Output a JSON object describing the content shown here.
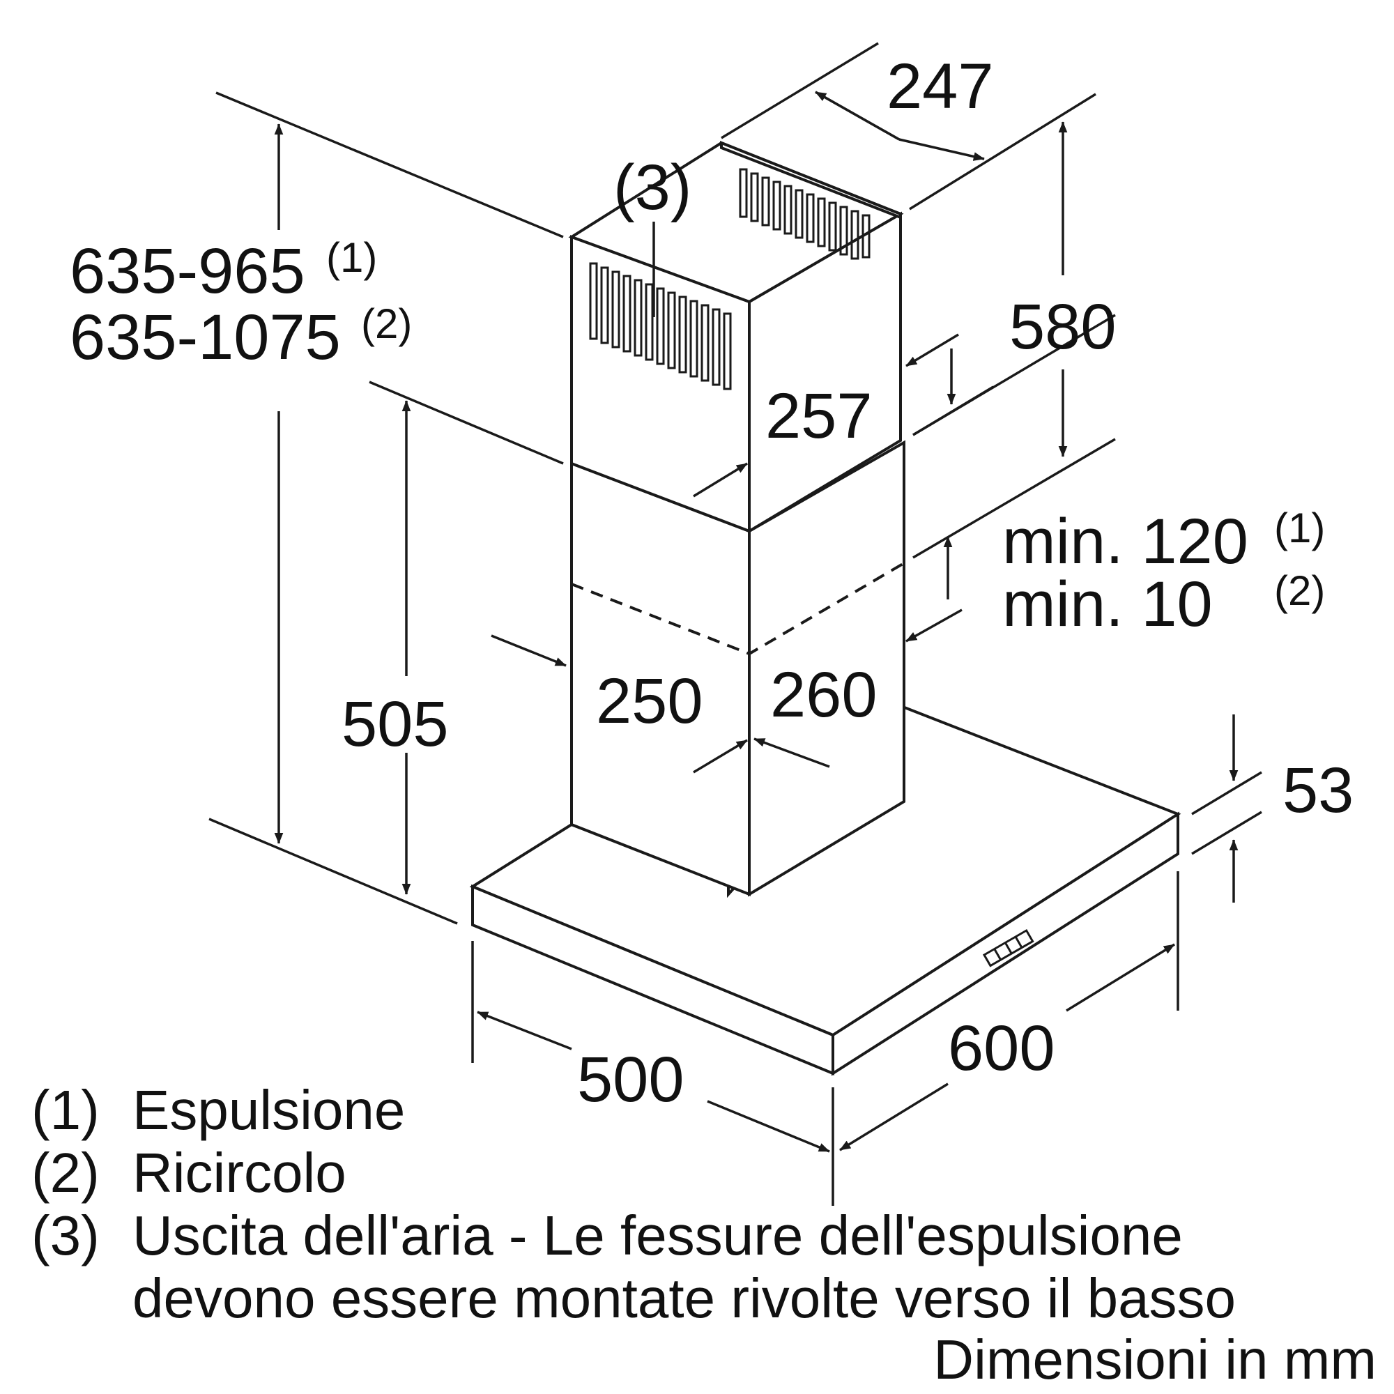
{
  "dimensions": {
    "overall_height": {
      "line1": "635-965",
      "note1": "(1)",
      "line2": "635-1075",
      "note2": "(2)"
    },
    "slot_label": "(3)",
    "chimney_depth_top": "247",
    "upper_chimney_height": "580",
    "upper_chimney_width": "257",
    "hood_to_chimney_height": "505",
    "min_clearance": {
      "line1": "min. 120",
      "note1": "(1)",
      "line2": "min. 10",
      "note2": "(2)"
    },
    "lower_chimney_left": "250",
    "lower_chimney_right": "260",
    "hood_thickness": "53",
    "hood_depth": "500",
    "hood_width": "600"
  },
  "legend": [
    {
      "key": "(1)",
      "text": "Espulsione"
    },
    {
      "key": "(2)",
      "text": "Ricircolo"
    },
    {
      "key": "(3)",
      "text": "Uscita dell'aria - Le fessure dell'espulsione",
      "text2": "devono essere montate rivolte verso il basso"
    }
  ],
  "units_note": "Dimensioni in mm"
}
